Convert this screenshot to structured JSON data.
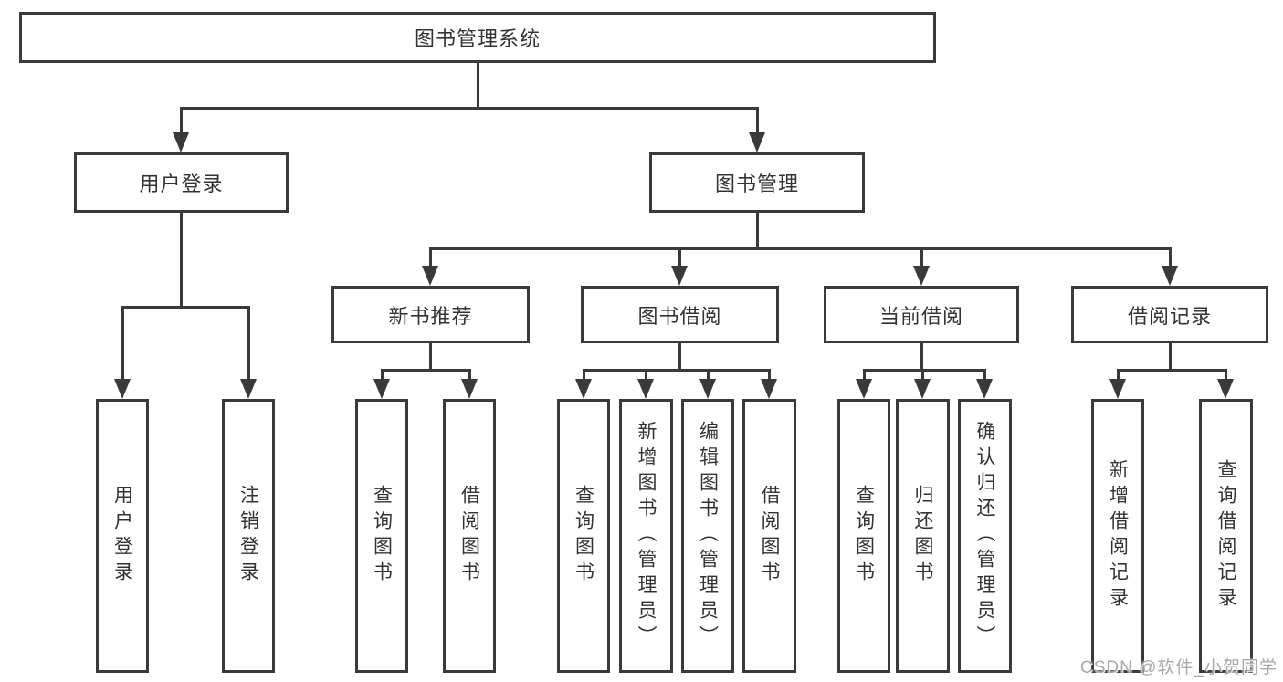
{
  "diagram": {
    "root": {
      "label": "图书管理系统"
    },
    "level1": [
      {
        "label": "用户登录"
      },
      {
        "label": "图书管理"
      }
    ],
    "level2": [
      {
        "label": "新书推荐"
      },
      {
        "label": "图书借阅"
      },
      {
        "label": "当前借阅"
      },
      {
        "label": "借阅记录"
      }
    ],
    "leaves": [
      {
        "label": "用户登录"
      },
      {
        "label": "注销登录"
      },
      {
        "label": "查询图书"
      },
      {
        "label": "借阅图书"
      },
      {
        "label": "查询图书"
      },
      {
        "label": "新增图书（管理员）"
      },
      {
        "label": "编辑图书（管理员）"
      },
      {
        "label": "借阅图书"
      },
      {
        "label": "查询图书"
      },
      {
        "label": "归还图书"
      },
      {
        "label": "确认归还（管理员）"
      },
      {
        "label": "新增借阅记录"
      },
      {
        "label": "查询借阅记录"
      }
    ]
  },
  "watermark": {
    "text": "CSDN @软件_小贺同学"
  },
  "colors": {
    "line": "#3a3a3a",
    "text": "#333333",
    "box_background": "#ffffff",
    "watermark": "#a9a9a9",
    "background": "#ffffff"
  }
}
